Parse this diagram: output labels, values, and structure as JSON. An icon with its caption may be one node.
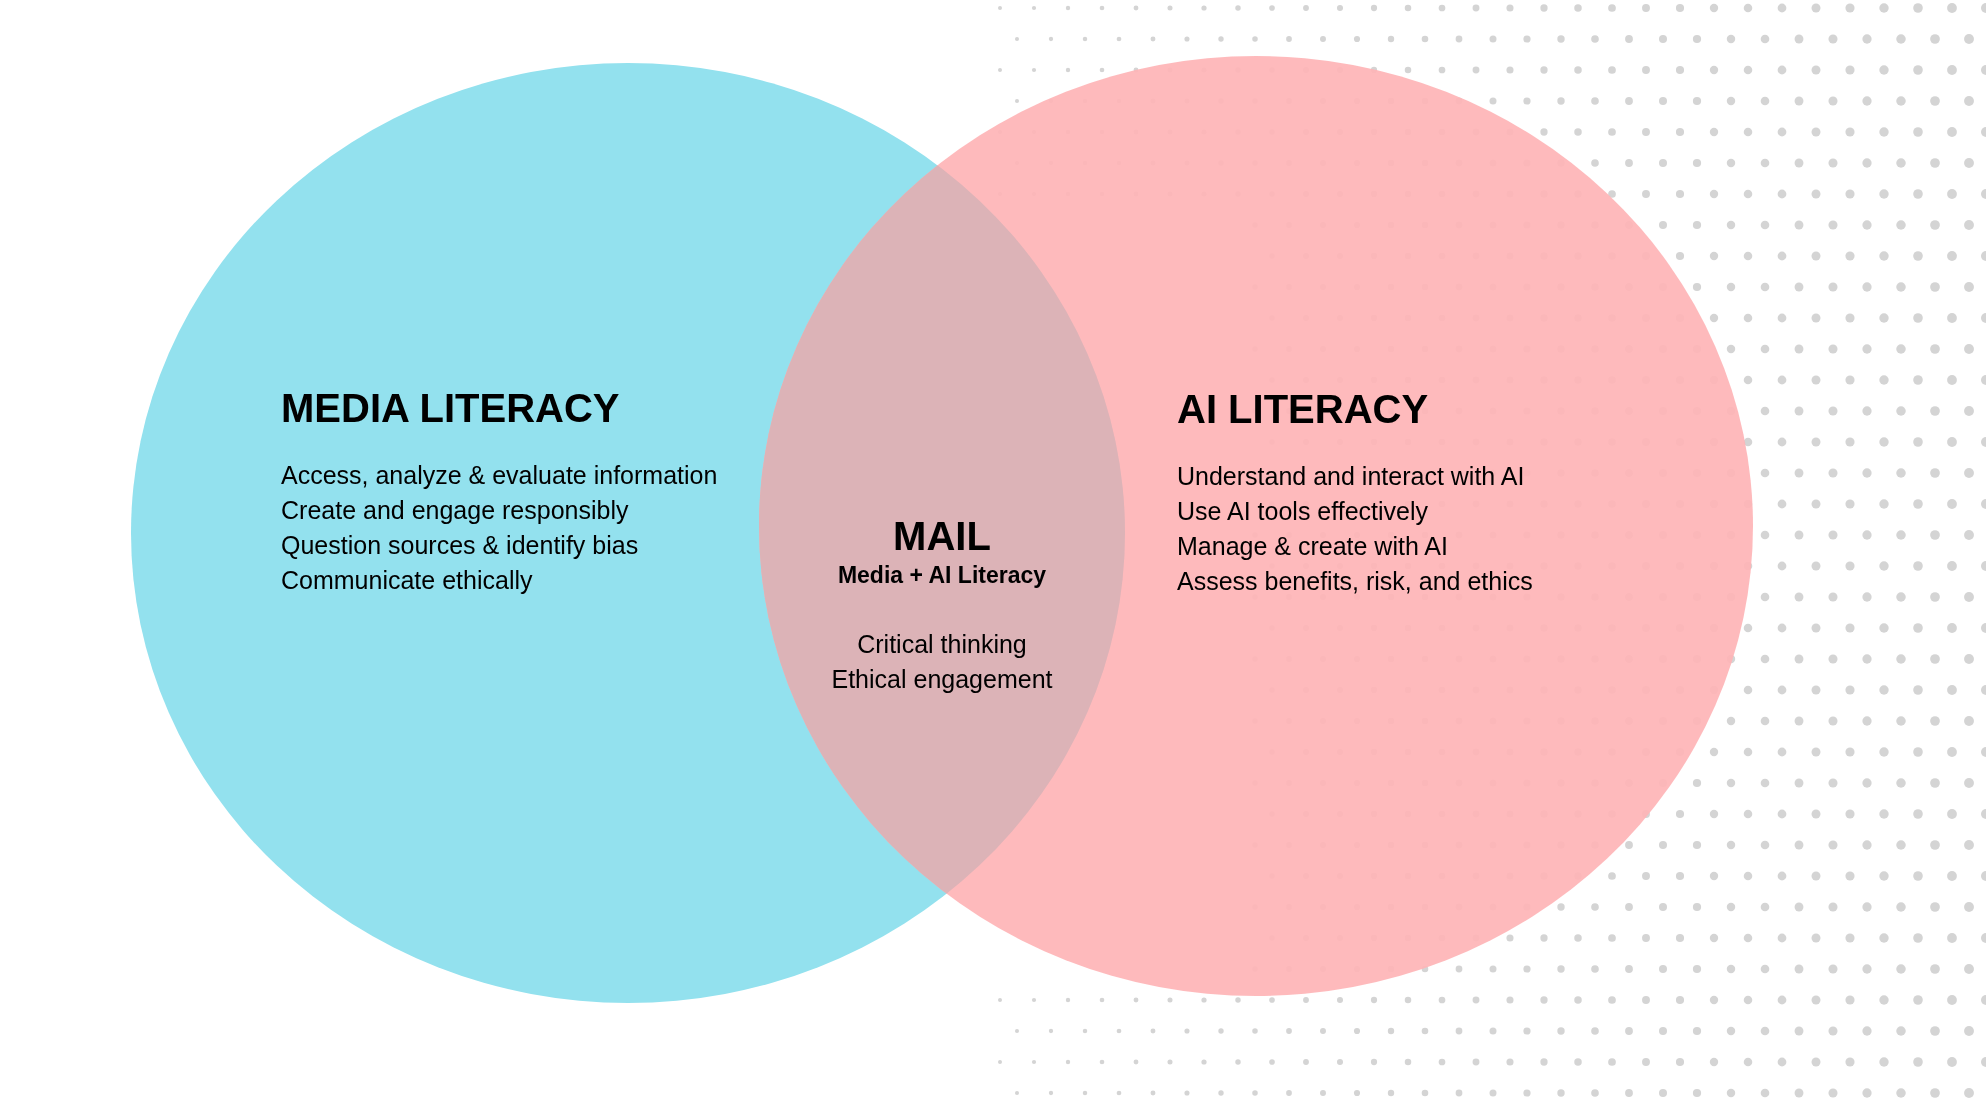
{
  "diagram": {
    "nodes": [
      {
        "text": [
          "MEDIA LITERACY",
          "Access, analyze & evaluate information",
          "Create and engage responsibly",
          "Question sources & identify bias",
          "Communicate ethically"
        ]
      },
      {
        "text": [
          "AI LITERACY",
          "Understand and interact with AI",
          "Use AI tools effectively",
          "Manage & create with AI",
          "Assess benefits, risk, and ethics"
        ]
      },
      {
        "text": [
          "MAIL",
          "Media + AI Literacy",
          "Critical thinking",
          "Ethical engagement"
        ]
      }
    ]
  }
}
